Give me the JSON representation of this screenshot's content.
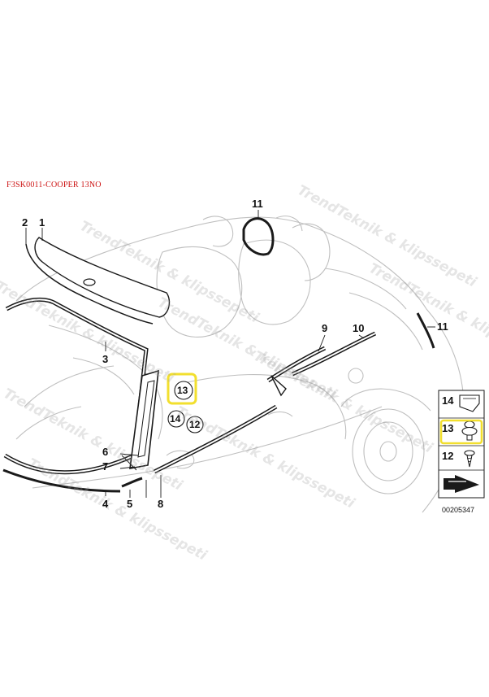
{
  "header": {
    "part_code": "F3SK0011-COOPER 13NO"
  },
  "watermark": {
    "text": "TrendTeknik & klipssepeti"
  },
  "callouts": [
    {
      "id": "c-1",
      "label": "1"
    },
    {
      "id": "c-2",
      "label": "2"
    },
    {
      "id": "c-3",
      "label": "3"
    },
    {
      "id": "c-4",
      "label": "4"
    },
    {
      "id": "c-5",
      "label": "5"
    },
    {
      "id": "c-6",
      "label": "6"
    },
    {
      "id": "c-7",
      "label": "7"
    },
    {
      "id": "c-8",
      "label": "8"
    },
    {
      "id": "c-9",
      "label": "9"
    },
    {
      "id": "c-10",
      "label": "10"
    },
    {
      "id": "c-11a",
      "label": "11"
    },
    {
      "id": "c-11b",
      "label": "11"
    },
    {
      "id": "c-13",
      "label": "13"
    },
    {
      "id": "c-14",
      "label": "14"
    },
    {
      "id": "c-12",
      "label": "12"
    }
  ],
  "legend": {
    "items": [
      {
        "label": "14",
        "icon": "clip-icon"
      },
      {
        "label": "13",
        "icon": "push-rivet-icon",
        "highlighted": true
      },
      {
        "label": "12",
        "icon": "screw-icon"
      }
    ],
    "diagram_id": "00205347"
  },
  "colors": {
    "highlight": "#f2df2e",
    "ink": "#1a1a1a",
    "code_red": "#cc1111"
  }
}
